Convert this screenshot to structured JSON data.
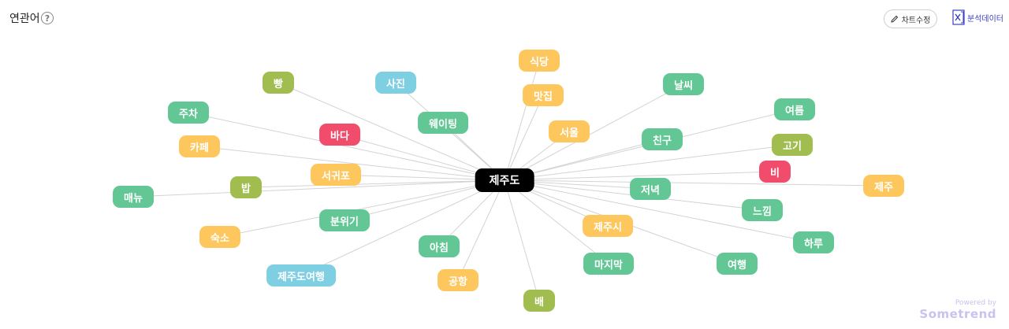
{
  "header": {
    "title": "연관어",
    "help_symbol": "?"
  },
  "toolbar": {
    "edit_label": "차트수정",
    "export_label": "분석데이터"
  },
  "branding": {
    "powered_by": "Powered by",
    "name": "Sometrend"
  },
  "colors": {
    "green": "#62c795",
    "yellow": "#fec75e",
    "olive": "#a1bd4f",
    "red": "#f24c6d",
    "blue": "#7fcfe3",
    "edge": "#d3d3d3",
    "center": "#000000"
  },
  "graph": {
    "center": "제주도",
    "nodes": [
      {
        "label": "식당",
        "color": "yellow"
      },
      {
        "label": "맛집",
        "color": "yellow"
      },
      {
        "label": "사진",
        "color": "blue"
      },
      {
        "label": "빵",
        "color": "olive"
      },
      {
        "label": "날씨",
        "color": "green"
      },
      {
        "label": "주차",
        "color": "green"
      },
      {
        "label": "여름",
        "color": "green"
      },
      {
        "label": "웨이팅",
        "color": "green"
      },
      {
        "label": "서울",
        "color": "yellow"
      },
      {
        "label": "바다",
        "color": "red"
      },
      {
        "label": "친구",
        "color": "green"
      },
      {
        "label": "카페",
        "color": "yellow"
      },
      {
        "label": "고기",
        "color": "olive"
      },
      {
        "label": "비",
        "color": "red"
      },
      {
        "label": "서귀포",
        "color": "yellow"
      },
      {
        "label": "제주",
        "color": "yellow"
      },
      {
        "label": "밥",
        "color": "olive"
      },
      {
        "label": "저녁",
        "color": "green"
      },
      {
        "label": "매뉴",
        "color": "green"
      },
      {
        "label": "느낌",
        "color": "green"
      },
      {
        "label": "분위기",
        "color": "green"
      },
      {
        "label": "제주시",
        "color": "yellow"
      },
      {
        "label": "숙소",
        "color": "yellow"
      },
      {
        "label": "하루",
        "color": "green"
      },
      {
        "label": "아침",
        "color": "green"
      },
      {
        "label": "마지막",
        "color": "green"
      },
      {
        "label": "여행",
        "color": "green"
      },
      {
        "label": "제주도여행",
        "color": "blue"
      },
      {
        "label": "공항",
        "color": "yellow"
      },
      {
        "label": "배",
        "color": "olive"
      }
    ]
  }
}
